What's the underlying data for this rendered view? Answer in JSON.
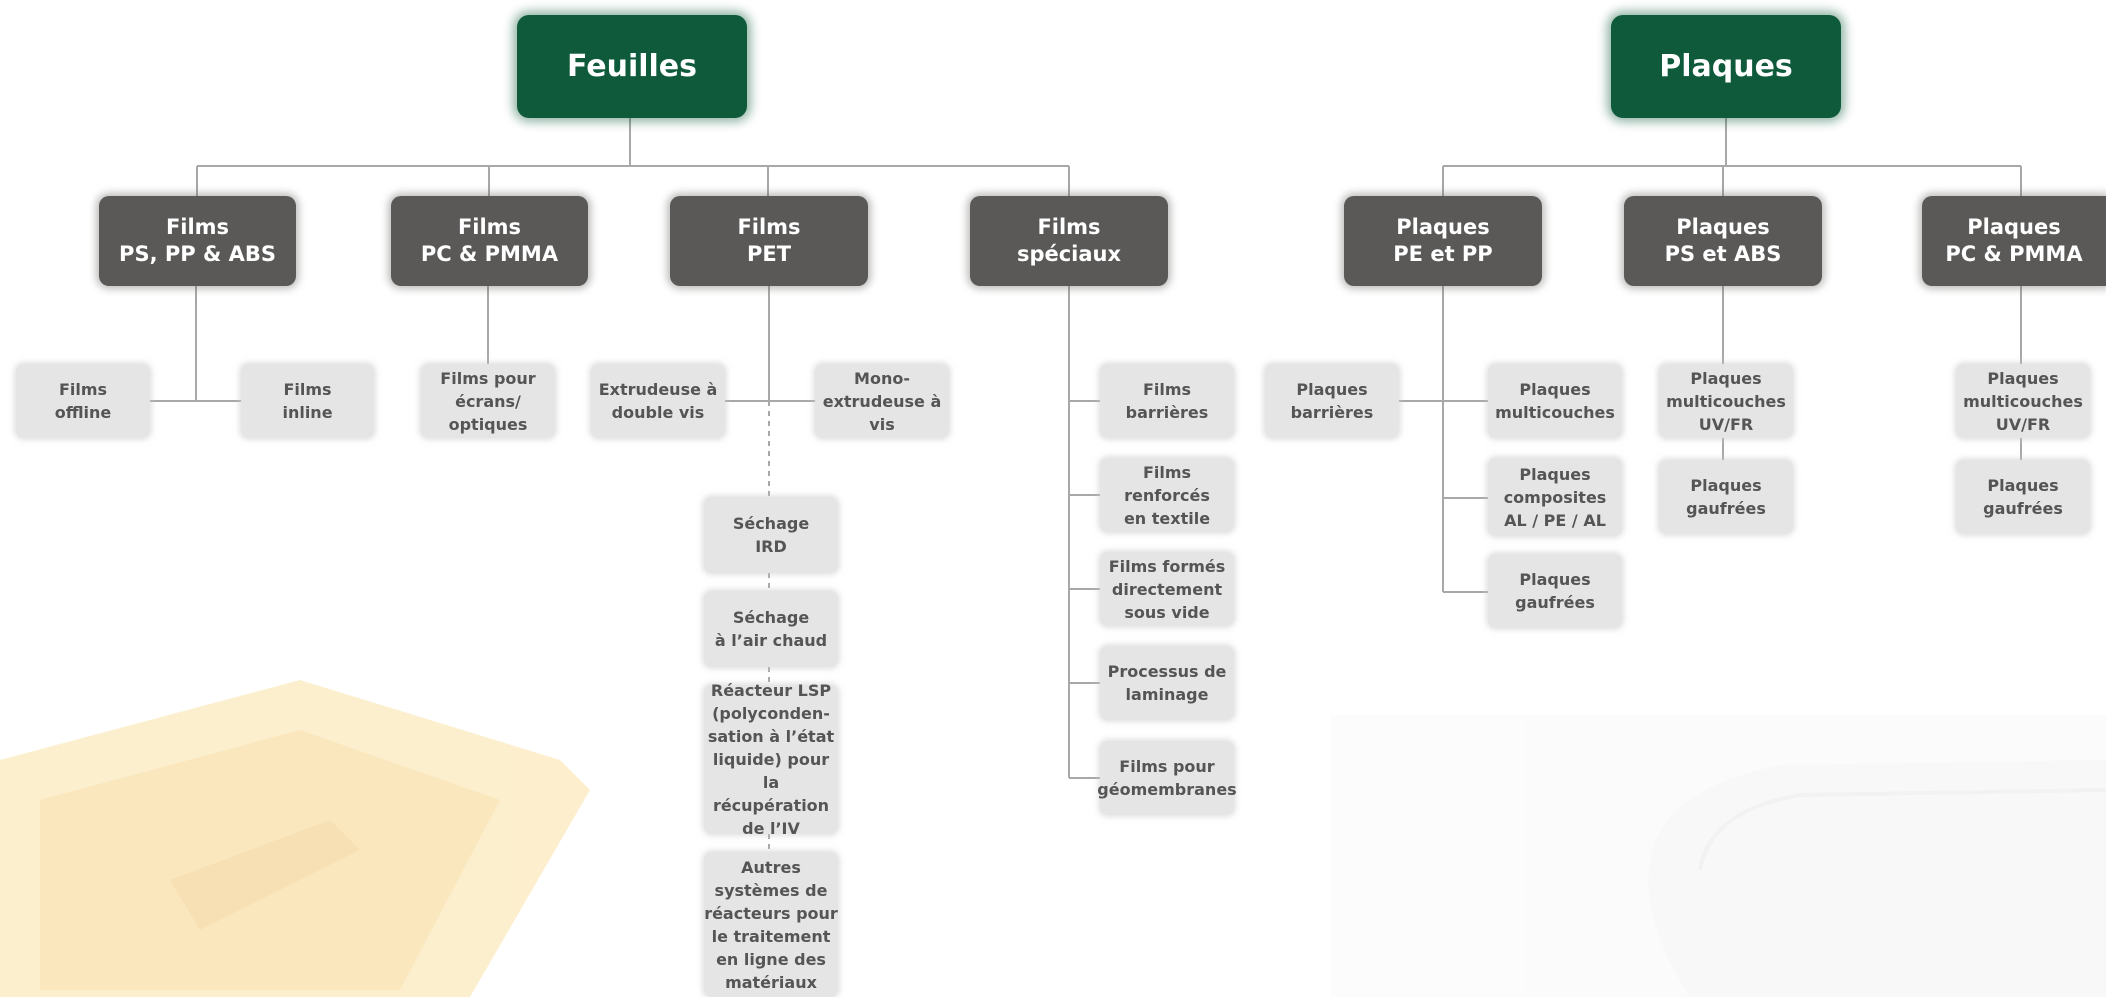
{
  "colors": {
    "root": "#0e5a3a",
    "category": "#5a5958",
    "leaf": "#e5e5e5",
    "leaf_text": "#555555",
    "connector": "#a8a8a8"
  },
  "feuilles": {
    "title": "Feuilles",
    "films_ps": "Films\nPS, PP & ABS",
    "films_pc": "Films\nPC & PMMA",
    "films_pet": "Films\nPET",
    "films_speciaux": "Films\nspéciaux",
    "films_offline": "Films\noffline",
    "films_inline": "Films\ninline",
    "films_ecrans": "Films pour\nécrans/\noptiques",
    "extrudeuse_double": "Extrudeuse à\ndouble vis",
    "mono_extrudeuse": "Mono-\nextrudeuse à vis",
    "sechage_ird": "Séchage\nIRD",
    "sechage_air": "Séchage\nà l’air chaud",
    "reacteur_lsp": "Réacteur LSP\n(polyconden-\nsation à l’état\nliquide) pour la\nrécupération\nde l’IV",
    "autres_systemes": "Autres\nsystèmes de\nréacteurs pour\nle traitement\nen ligne des\nmatériaux",
    "films_barrieres": "Films\nbarrières",
    "films_renforces": "Films renforcés\nen textile",
    "films_formes": "Films formés\ndirectement\nsous vide",
    "processus_laminage": "Processus de\nlaminage",
    "films_geomembranes": "Films pour\ngéomembranes"
  },
  "plaques": {
    "title": "Plaques",
    "plaques_pe_pp": "Plaques\nPE et PP",
    "plaques_ps_abs": "Plaques\nPS et ABS",
    "plaques_pc_pmma": "Plaques\nPC & PMMA",
    "plaques_barrieres": "Plaques\nbarrières",
    "plaques_multicouches": "Plaques\nmulticouches",
    "plaques_composites": "Plaques\ncomposites\nAL / PE / AL",
    "plaques_gaufrees_1": "Plaques\ngaufrées",
    "plaques_multicouches_uv_1": "Plaques\nmulticouches\nUV/FR",
    "plaques_gaufrees_2": "Plaques\ngaufrées",
    "plaques_multicouches_uv_2": "Plaques\nmulticouches\nUV/FR",
    "plaques_gaufrees_3": "Plaques\ngaufrées"
  }
}
